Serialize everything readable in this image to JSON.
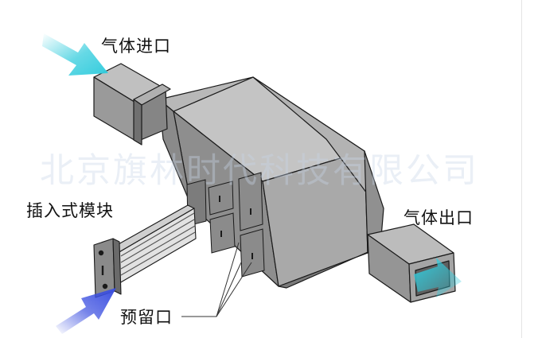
{
  "labels": {
    "inlet": "气体进口",
    "outlet": "气体出口",
    "module": "插入式模块",
    "reserved": "预留口"
  },
  "watermark": "北京旗林时代科技有限公司",
  "colors": {
    "duct_top": "#bdbdbd",
    "duct_front": "#9b9b9b",
    "duct_side": "#7d7d7d",
    "duct_dark": "#5f5f5f",
    "outline": "#1a1a1a",
    "inlet_arrow": "#33ccdd",
    "module_arrow": "#3b4fe0"
  }
}
